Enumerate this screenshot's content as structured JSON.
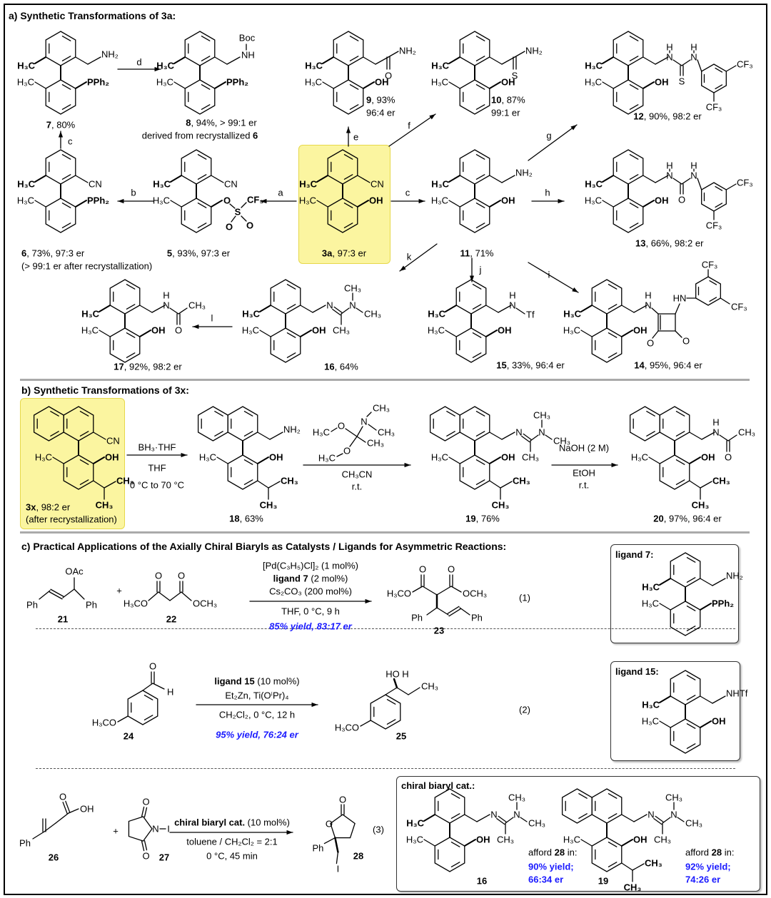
{
  "sections": {
    "a": "a) Synthetic Transformations of 3a:",
    "b": "b) Synthetic Transformations of 3x:",
    "c": "c) Practical Applications of the Axially Chiral Biaryls as Catalysts / Ligands for Asymmetric Reactions:"
  },
  "colors": {
    "highlight": "#fbf5a0",
    "result_text": "#1a1aff"
  },
  "rx": {
    "a": "a",
    "b": "b",
    "c": "c",
    "d": "d",
    "e": "e",
    "f": "f",
    "g": "g",
    "h": "h",
    "i": "i",
    "j": "j",
    "k": "k",
    "l": "l"
  },
  "cmp": {
    "c7": {
      "num": "7",
      "cap": ", 80%",
      "atoms": [
        "H₃C",
        "NH₂",
        "H₃C",
        "PPh₂"
      ]
    },
    "c8": {
      "num": "8",
      "cap": ", 94%, > 99:1 er",
      "cap2": "derived from recrystallized ",
      "cap2num": "6",
      "atoms": [
        "H₃C",
        "NH",
        "Boc",
        "H₃C",
        "PPh₂"
      ]
    },
    "c9": {
      "num": "9",
      "cap": ", 93%",
      "cap2": "96:4 er",
      "atoms": [
        "H₃C",
        "NH₂",
        "O",
        "H₃C",
        "OH"
      ]
    },
    "c10": {
      "num": "10",
      "cap": ", 87%",
      "cap2": "99:1 er",
      "atoms": [
        "H₃C",
        "NH₂",
        "S",
        "H₃C",
        "OH"
      ]
    },
    "c12": {
      "num": "12",
      "cap": ", 90%, 98:2 er",
      "atoms": [
        "H₃C",
        "N",
        "H",
        "N",
        "H",
        "S",
        "CF₃",
        "CF₃",
        "H₃C",
        "OH"
      ]
    },
    "c3a": {
      "num": "3a",
      "cap": ", 97:3 er",
      "atoms": [
        "H₃C",
        "CN",
        "H₃C",
        "OH"
      ]
    },
    "c5": {
      "num": "5",
      "cap": ", 93%, 97:3 er",
      "atoms": [
        "H₃C",
        "CN",
        "H₃C",
        "O",
        "S",
        "CF₃",
        "O",
        "O"
      ]
    },
    "c6": {
      "num": "6",
      "cap": ", 73%, 97:3 er",
      "cap2": "(> 99:1 er after recrystallization)",
      "atoms": [
        "H₃C",
        "CN",
        "H₃C",
        "PPh₂"
      ]
    },
    "c11": {
      "num": "11",
      "cap": ", 71%",
      "atoms": [
        "H₃C",
        "NH₂",
        "H₃C",
        "OH"
      ]
    },
    "c13": {
      "num": "13",
      "cap": ", 66%, 98:2 er",
      "atoms": [
        "H₃C",
        "N",
        "H",
        "N",
        "H",
        "O",
        "CF₃",
        "CF₃",
        "H₃C",
        "OH"
      ]
    },
    "c17": {
      "num": "17",
      "cap": ", 92%, 98:2 er",
      "atoms": [
        "H₃C",
        "N",
        "H",
        "O",
        "CH₃",
        "H₃C",
        "OH"
      ]
    },
    "c16": {
      "num": "16",
      "cap": ", 64%",
      "atoms": [
        "H₃C",
        "N",
        "N",
        "CH₃",
        "CH₃",
        "CH₃",
        "H₃C",
        "OH"
      ]
    },
    "c15": {
      "num": "15",
      "cap": ", 33%, 96:4 er",
      "atoms": [
        "H₃C",
        "N",
        "H",
        "Tf",
        "H₃C",
        "OH"
      ]
    },
    "c14": {
      "num": "14",
      "cap": ", 95%, 96:4 er",
      "atoms": [
        "H₃C",
        "N",
        "H",
        "HN",
        "O",
        "O",
        "CF₃",
        "CF₃",
        "H₃C",
        "OH"
      ]
    },
    "c3x": {
      "num": "3x",
      "cap": ", 98:2 er",
      "cap2": "(after recrystallization)",
      "atoms": [
        "CN",
        "H₃C",
        "OH",
        "CH₃",
        "CH₃"
      ]
    },
    "c18": {
      "num": "18",
      "cap": ", 63%",
      "atoms": [
        "NH₂",
        "H₃C",
        "OH",
        "CH₃",
        "CH₃"
      ]
    },
    "c19": {
      "num": "19",
      "cap": ", 76%",
      "atoms": [
        "N",
        "N",
        "CH₃",
        "CH₃",
        "CH₃",
        "H₃C",
        "OH",
        "CH₃",
        "CH₃"
      ]
    },
    "c20": {
      "num": "20",
      "cap": ", 97%, 96:4 er",
      "atoms": [
        "N",
        "H",
        "O",
        "CH₃",
        "H₃C",
        "OH",
        "CH₃",
        "CH₃"
      ]
    }
  },
  "b_steps": {
    "step1": [
      "BH₃·THF",
      "THF",
      "0 °C to 70 °C"
    ],
    "step2_reagent": [
      "CH₃",
      "N",
      "CH₃",
      "H₃C",
      "O",
      "CH₃",
      "H₃C",
      "O"
    ],
    "step2": [
      "CH₃CN",
      "r.t."
    ],
    "step3": [
      "NaOH (2 M)",
      "EtOH",
      "r.t."
    ]
  },
  "c_section": {
    "r1": {
      "c21": {
        "num": "21",
        "atoms": [
          "OAc",
          "Ph",
          "Ph"
        ]
      },
      "plus": "+",
      "c22": {
        "num": "22",
        "atoms": [
          "O",
          "O",
          "H₃CO",
          "OCH₃"
        ]
      },
      "cond": [
        "[Pd(C₃H₅)Cl]₂ (1 mol%)",
        "ligand 7",
        " (2 mol%)",
        "Cs₂CO₃ (200 mol%)",
        "THF, 0 °C, 9 h"
      ],
      "result": "85% yield, 83:17 er",
      "c23": {
        "num": "23",
        "atoms": [
          "O",
          "O",
          "H₃CO",
          "OCH₃",
          "Ph",
          "Ph"
        ]
      },
      "eq": "(1)"
    },
    "ligand7": {
      "title": "ligand 7:",
      "atoms": [
        "H₃C",
        "NH₂",
        "H₃C",
        "PPh₂"
      ]
    },
    "r2": {
      "c24": {
        "num": "24",
        "atoms": [
          "O",
          "H",
          "H₃CO"
        ]
      },
      "cond": [
        "ligand 15",
        " (10 mol%)",
        "Et₂Zn, Ti(OⁱPr)₄",
        "CH₂Cl₂, 0 °C, 12 h"
      ],
      "result": "95% yield, 76:24 er",
      "c25": {
        "num": "25",
        "atoms": [
          "HO",
          "H",
          "CH₃",
          "H₃CO"
        ]
      },
      "eq": "(2)"
    },
    "ligand15": {
      "title": "ligand 15:",
      "atoms": [
        "H₃C",
        "NHTf",
        "H₃C",
        "OH"
      ]
    },
    "r3": {
      "c26": {
        "num": "26",
        "atoms": [
          "O",
          "OH",
          "Ph"
        ]
      },
      "plus": "+",
      "c27": {
        "num": "27",
        "atoms": [
          "O",
          "N",
          "I",
          "O"
        ]
      },
      "cond": [
        "chiral biaryl cat.",
        " (10 mol%)",
        "toluene / CH₂Cl₂ = 2:1",
        "0 °C, 45 min"
      ],
      "c28": {
        "num": "28",
        "atoms": [
          "O",
          "O",
          "Ph",
          "I"
        ]
      },
      "eq": "(3)"
    },
    "cat": {
      "title": "chiral biaryl cat.:",
      "c16": {
        "num": "16",
        "atoms": [
          "H₃C",
          "N",
          "N",
          "CH₃",
          "CH₃",
          "CH₃",
          "H₃C",
          "OH"
        ]
      },
      "c19": {
        "num": "19",
        "atoms": [
          "N",
          "N",
          "CH₃",
          "CH₃",
          "CH₃",
          "H₃C",
          "OH",
          "CH₃",
          "CH₃"
        ]
      },
      "afford": [
        "afford ",
        "28",
        " in:"
      ],
      "result16": [
        "90% yield;",
        "66:34 er"
      ],
      "result19": [
        "92% yield;",
        "74:26 er"
      ]
    }
  }
}
